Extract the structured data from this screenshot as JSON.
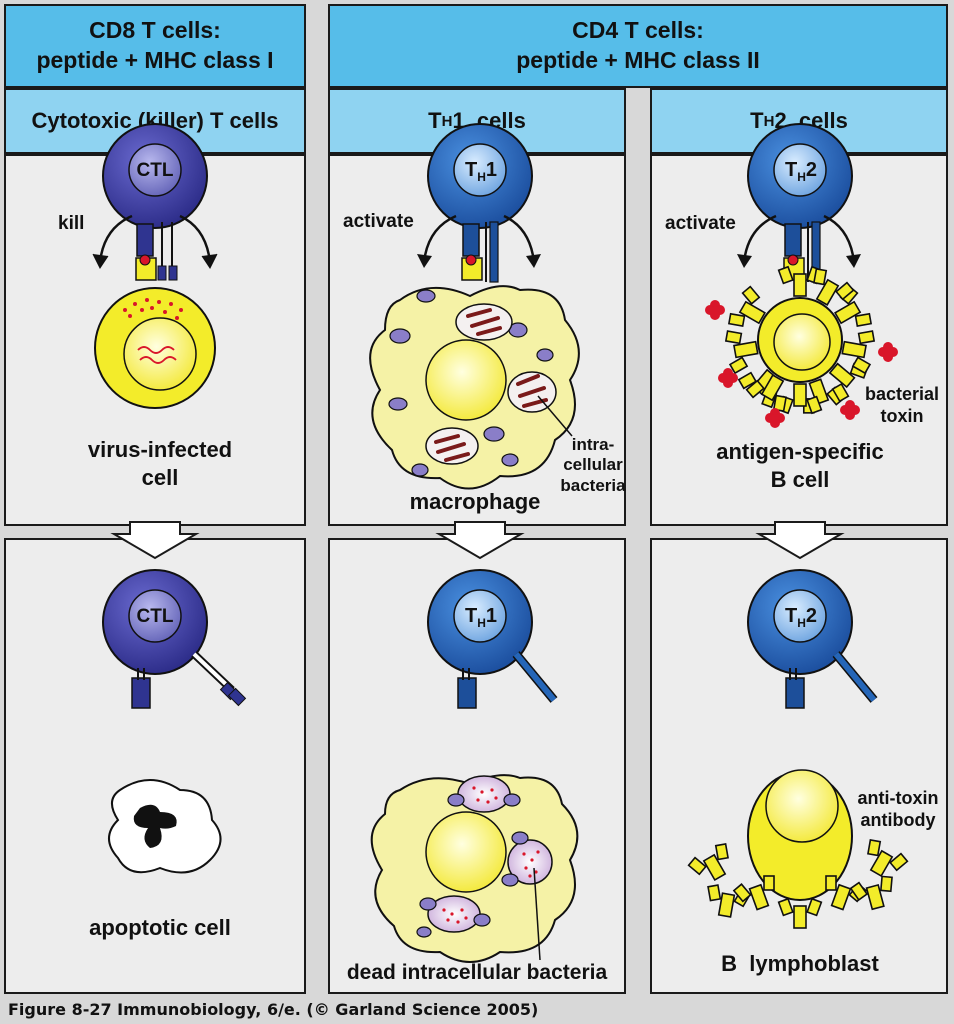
{
  "headers": {
    "cd8_line1": "CD8 T cells:",
    "cd8_line2": "peptide + MHC class I",
    "cd4_line1": "CD4 T cells:",
    "cd4_line2": "peptide + MHC class II"
  },
  "subheaders": {
    "cytotoxic": "Cytotoxic (killer) T cells",
    "th1_T": "T",
    "th1_H": "H",
    "th1_rest": "1  cells",
    "th2_T": "T",
    "th2_H": "H",
    "th2_rest": "2  cells"
  },
  "cells": {
    "ctl": "CTL",
    "th_T": "T",
    "th_H": "H",
    "th1_num": "1",
    "th2_num": "2"
  },
  "labels": {
    "kill": "kill",
    "activate": "activate",
    "virus_infected_1": "virus-infected",
    "virus_infected_2": "cell",
    "intra_1": "intra-",
    "intra_2": "cellular",
    "intra_3": "bacteria",
    "macrophage": "macrophage",
    "bacterial_toxin_1": "bacterial",
    "bacterial_toxin_2": "toxin",
    "antigen_specific_1": "antigen-specific",
    "antigen_specific_2": "B cell",
    "apoptotic_cell": "apoptotic cell",
    "dead_bacteria": "dead intracellular bacteria",
    "anti_toxin_1": "anti-toxin",
    "anti_toxin_2": "antibody",
    "b_lymphoblast": "B  lymphoblast"
  },
  "footer": "Figure 8-27  Immunobiology, 6/e. (© Garland Science 2005)",
  "colors": {
    "header_blue": "#56bde9",
    "subheader_blue": "#8fd3f1",
    "ctl_purple": "#3a3a9a",
    "th_blue": "#2566b8",
    "yellow_cell": "#f3ec2a",
    "macrophage_yellow": "#f5f2a6",
    "toxin_red": "#d9162a"
  }
}
